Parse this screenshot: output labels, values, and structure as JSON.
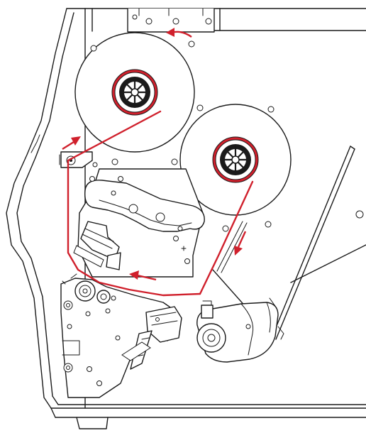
{
  "figure": {
    "colors": {
      "line": "#1a1a1a",
      "background": "#ffffff",
      "ribbon": "#d0202c"
    },
    "ribbon_direction_arrows": 4,
    "icons": [
      "ribbon-supply-roll",
      "ribbon-take-up-roll",
      "print-head",
      "platen-roller",
      "pinch-roller",
      "direction-arrow"
    ]
  }
}
